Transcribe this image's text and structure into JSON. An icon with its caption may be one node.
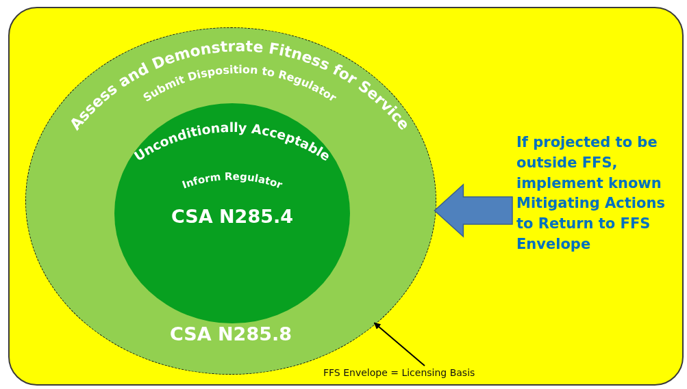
{
  "diagram": {
    "nodes": [
      {
        "text": [],
        "shape": "box"
      },
      {
        "text": [
          "Assess and Demonstrate Fitness for Service",
          "Submit Disposition to Regulator",
          "CSA N285.8"
        ],
        "in": 0
      },
      {
        "text": [
          "Unconditionally Acceptable",
          "Inform Regulator",
          "CSA N285.4"
        ],
        "in": 1
      },
      {
        "text": [
          "If projected to be outside FFS, implement known Mitigating Actions to Return to FFS Envelope"
        ],
        "in": 0
      },
      {
        "text": [
          "FFS Envelope = Licensing Basis"
        ],
        "in": 0
      }
    ],
    "edges": [
      {
        "from": 3,
        "to": 1,
        "arrow": "to",
        "style": "thick",
        "color": "#4f81bd"
      },
      {
        "from": 4,
        "to": 1,
        "arrow": "to"
      }
    ]
  }
}
